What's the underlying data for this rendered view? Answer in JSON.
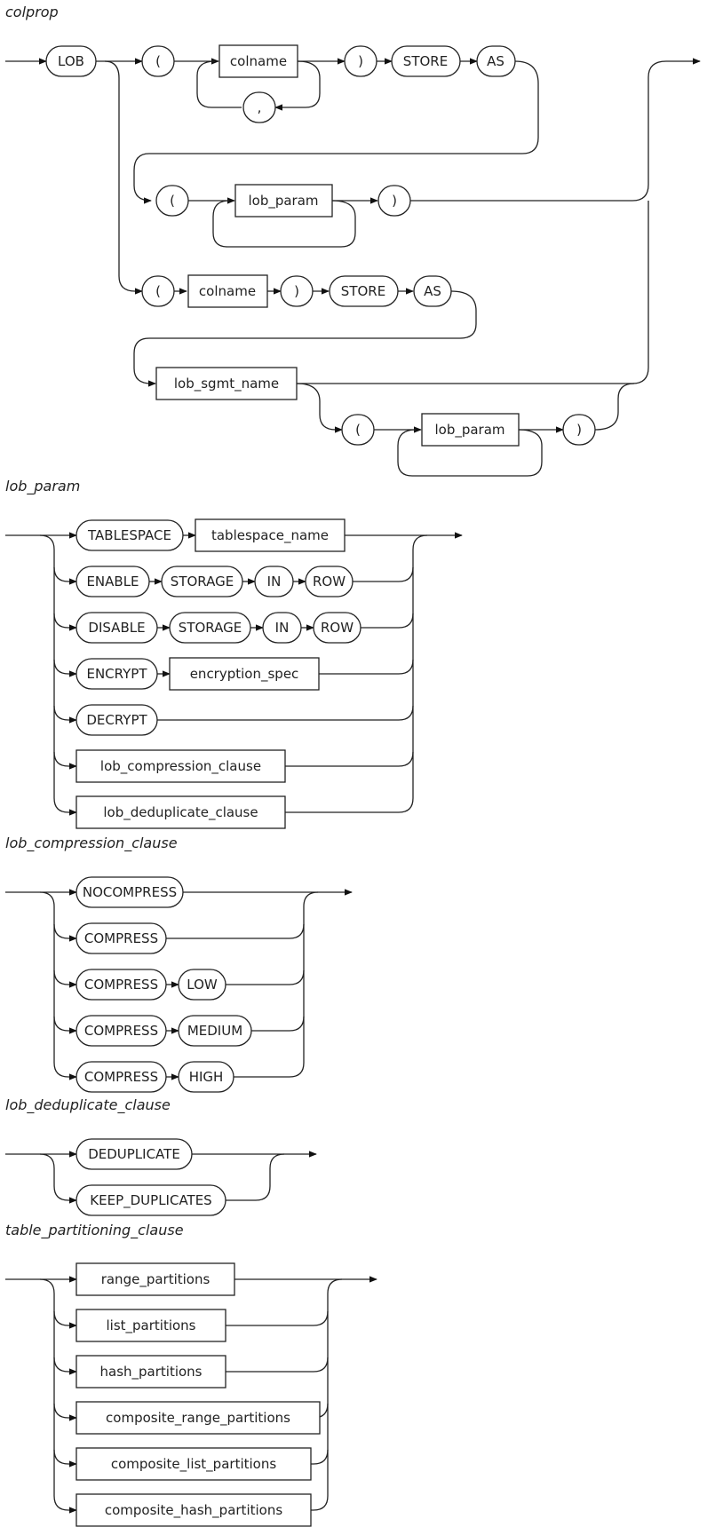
{
  "diagram": {
    "type": "railroad-syntax-diagram",
    "rules": [
      {
        "name": "colprop",
        "nodes": [
          {
            "id": "lob",
            "kind": "keyword",
            "label": "LOB"
          },
          {
            "id": "lp1",
            "kind": "keyword",
            "label": "("
          },
          {
            "id": "colname1",
            "kind": "nonterminal",
            "label": "colname"
          },
          {
            "id": "comma",
            "kind": "keyword",
            "label": ","
          },
          {
            "id": "rp1",
            "kind": "keyword",
            "label": ")"
          },
          {
            "id": "store1",
            "kind": "keyword",
            "label": "STORE"
          },
          {
            "id": "as1",
            "kind": "keyword",
            "label": "AS"
          },
          {
            "id": "lp2",
            "kind": "keyword",
            "label": "("
          },
          {
            "id": "lobparam1",
            "kind": "nonterminal",
            "label": "lob_param"
          },
          {
            "id": "rp2",
            "kind": "keyword",
            "label": ")"
          },
          {
            "id": "lp3",
            "kind": "keyword",
            "label": "("
          },
          {
            "id": "colname2",
            "kind": "nonterminal",
            "label": "colname"
          },
          {
            "id": "rp3",
            "kind": "keyword",
            "label": ")"
          },
          {
            "id": "store2",
            "kind": "keyword",
            "label": "STORE"
          },
          {
            "id": "as2",
            "kind": "keyword",
            "label": "AS"
          },
          {
            "id": "lobsgmt",
            "kind": "nonterminal",
            "label": "lob_sgmt_name"
          },
          {
            "id": "lp4",
            "kind": "keyword",
            "label": "("
          },
          {
            "id": "lobparam2",
            "kind": "nonterminal",
            "label": "lob_param"
          },
          {
            "id": "rp4",
            "kind": "keyword",
            "label": ")"
          }
        ]
      },
      {
        "name": "lob_param",
        "branches": [
          [
            {
              "kind": "keyword",
              "label": "TABLESPACE"
            },
            {
              "kind": "nonterminal",
              "label": "tablespace_name"
            }
          ],
          [
            {
              "kind": "keyword",
              "label": "ENABLE"
            },
            {
              "kind": "keyword",
              "label": "STORAGE"
            },
            {
              "kind": "keyword",
              "label": "IN"
            },
            {
              "kind": "keyword",
              "label": "ROW"
            }
          ],
          [
            {
              "kind": "keyword",
              "label": "DISABLE"
            },
            {
              "kind": "keyword",
              "label": "STORAGE"
            },
            {
              "kind": "keyword",
              "label": "IN"
            },
            {
              "kind": "keyword",
              "label": "ROW"
            }
          ],
          [
            {
              "kind": "keyword",
              "label": "ENCRYPT"
            },
            {
              "kind": "nonterminal",
              "label": "encryption_spec"
            }
          ],
          [
            {
              "kind": "keyword",
              "label": "DECRYPT"
            }
          ],
          [
            {
              "kind": "nonterminal",
              "label": "lob_compression_clause"
            }
          ],
          [
            {
              "kind": "nonterminal",
              "label": "lob_deduplicate_clause"
            }
          ]
        ]
      },
      {
        "name": "lob_compression_clause",
        "branches": [
          [
            {
              "kind": "keyword",
              "label": "NOCOMPRESS"
            }
          ],
          [
            {
              "kind": "keyword",
              "label": "COMPRESS"
            }
          ],
          [
            {
              "kind": "keyword",
              "label": "COMPRESS"
            },
            {
              "kind": "keyword",
              "label": "LOW"
            }
          ],
          [
            {
              "kind": "keyword",
              "label": "COMPRESS"
            },
            {
              "kind": "keyword",
              "label": "MEDIUM"
            }
          ],
          [
            {
              "kind": "keyword",
              "label": "COMPRESS"
            },
            {
              "kind": "keyword",
              "label": "HIGH"
            }
          ]
        ]
      },
      {
        "name": "lob_deduplicate_clause",
        "branches": [
          [
            {
              "kind": "keyword",
              "label": "DEDUPLICATE"
            }
          ],
          [
            {
              "kind": "keyword",
              "label": "KEEP_DUPLICATES"
            }
          ]
        ]
      },
      {
        "name": "table_partitioning_clause",
        "branches": [
          [
            {
              "kind": "nonterminal",
              "label": "range_partitions"
            }
          ],
          [
            {
              "kind": "nonterminal",
              "label": "list_partitions"
            }
          ],
          [
            {
              "kind": "nonterminal",
              "label": "hash_partitions"
            }
          ],
          [
            {
              "kind": "nonterminal",
              "label": "composite_range_partitions"
            }
          ],
          [
            {
              "kind": "nonterminal",
              "label": "composite_list_partitions"
            }
          ],
          [
            {
              "kind": "nonterminal",
              "label": "composite_hash_partitions"
            }
          ]
        ]
      }
    ]
  }
}
